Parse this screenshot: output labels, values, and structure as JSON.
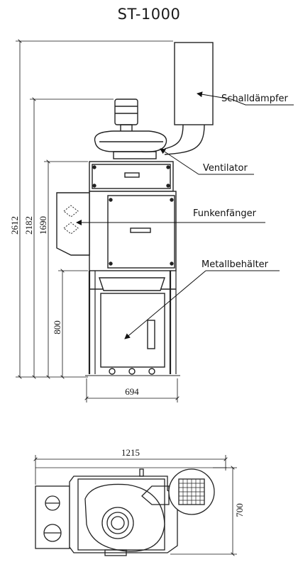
{
  "title": "ST-1000",
  "labels": {
    "silencer": "Schalldämpfer",
    "fan": "Ventilator",
    "spark_arrester": "Funkenfänger",
    "metal_container": "Metallbehälter"
  },
  "dimensions": {
    "overall_height": "2612",
    "fan_height": "2182",
    "body_height": "1690",
    "leg_height": "800",
    "width": "694",
    "top_width": "1215",
    "top_depth": "700"
  }
}
